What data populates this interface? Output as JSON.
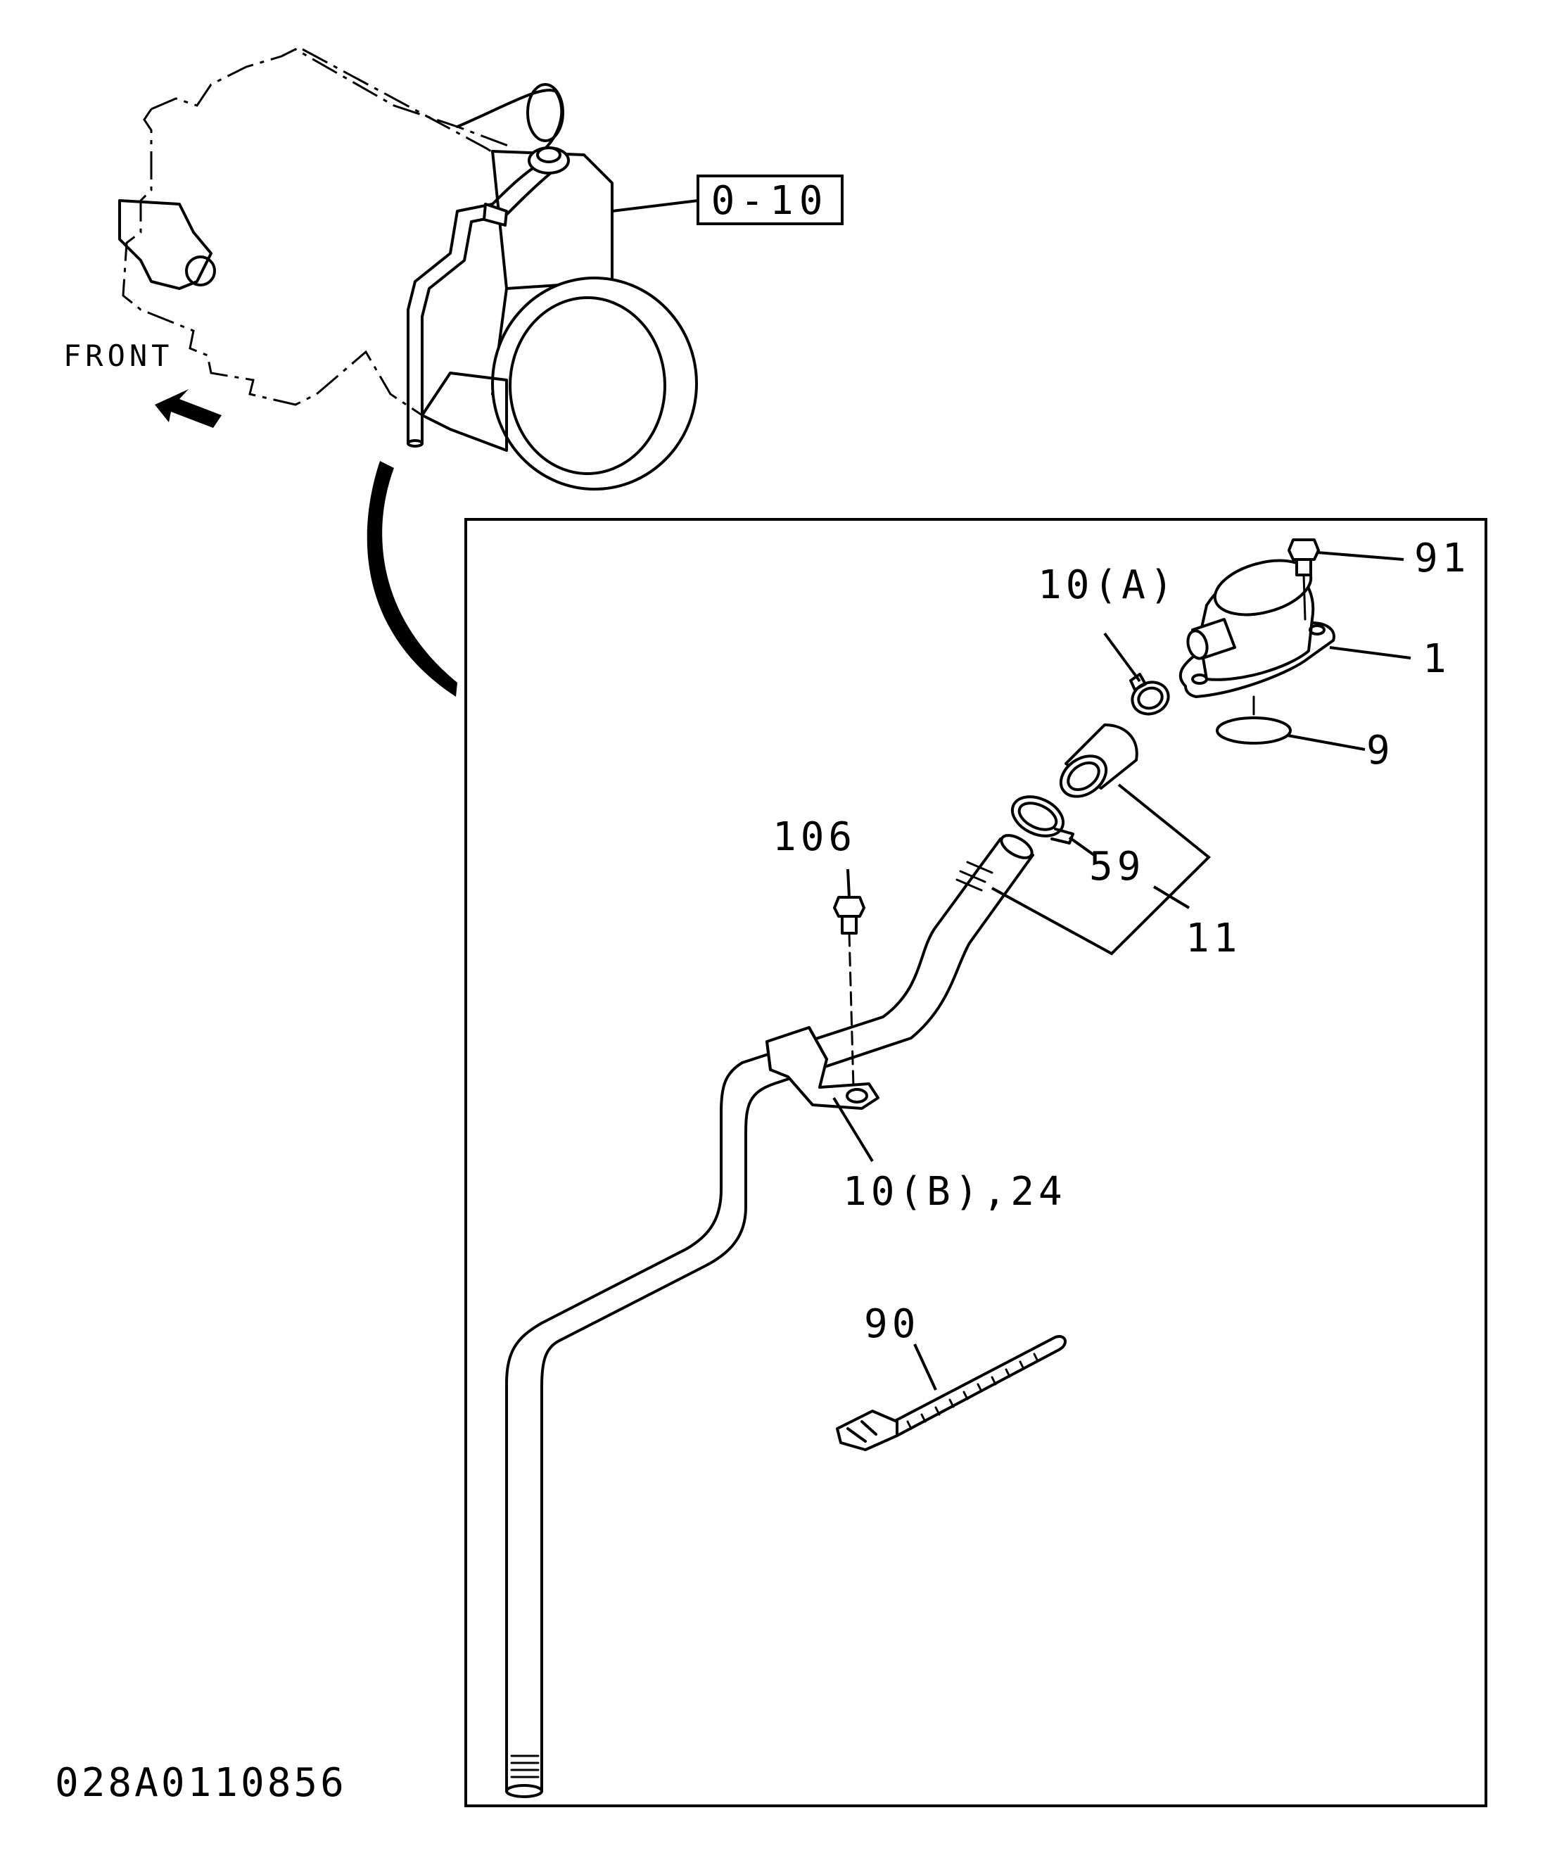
{
  "diagram": {
    "reference_box": "0-10",
    "front_label": "FRONT",
    "drawing_code": "028A0110856",
    "callouts": {
      "p91": "91",
      "p1": "1",
      "p9": "9",
      "p10a": "10(A)",
      "p59": "59",
      "p11": "11",
      "p106": "106",
      "p10b24": "10(B),24",
      "p90": "90"
    }
  }
}
